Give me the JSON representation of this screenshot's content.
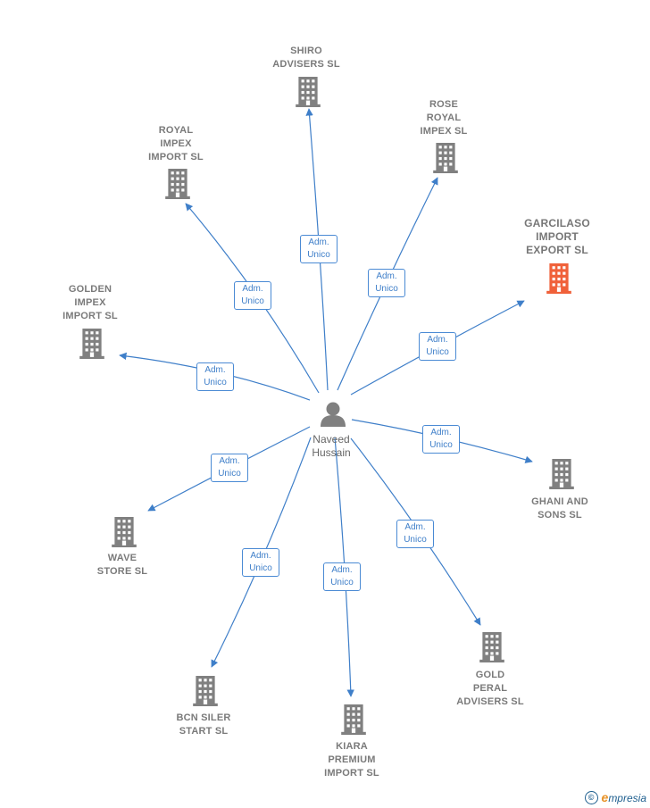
{
  "center": {
    "name": "Naveed\nHussain"
  },
  "relation_label": "Adm.\nUnico",
  "colors": {
    "edge": "#3f7fc9",
    "building": "#808080",
    "highlight": "#f0613a",
    "person": "#808080"
  },
  "companies": [
    {
      "id": "shiro",
      "name": "SHIRO\nADVISERS  SL",
      "highlight": false
    },
    {
      "id": "rose",
      "name": "ROSE\nROYAL\nIMPEX  SL",
      "highlight": false
    },
    {
      "id": "garcilaso",
      "name": "GARCILASO\nIMPORT\nEXPORT  SL",
      "highlight": true
    },
    {
      "id": "royal",
      "name": "ROYAL\nIMPEX\nIMPORT  SL",
      "highlight": false
    },
    {
      "id": "golden",
      "name": "GOLDEN\nIMPEX\nIMPORT  SL",
      "highlight": false
    },
    {
      "id": "ghani",
      "name": "GHANI AND\nSONS  SL",
      "highlight": false
    },
    {
      "id": "wave",
      "name": "WAVE\nSTORE  SL",
      "highlight": false
    },
    {
      "id": "gold",
      "name": "GOLD\nPERAL\nADVISERS  SL",
      "highlight": false
    },
    {
      "id": "bcn",
      "name": "BCN SILER\nSTART  SL",
      "highlight": false
    },
    {
      "id": "kiara",
      "name": "KIARA\nPREMIUM\nIMPORT  SL",
      "highlight": false
    }
  ],
  "footer": {
    "copyright": "©",
    "brand_initial": "e",
    "brand_rest": "mpresia"
  }
}
